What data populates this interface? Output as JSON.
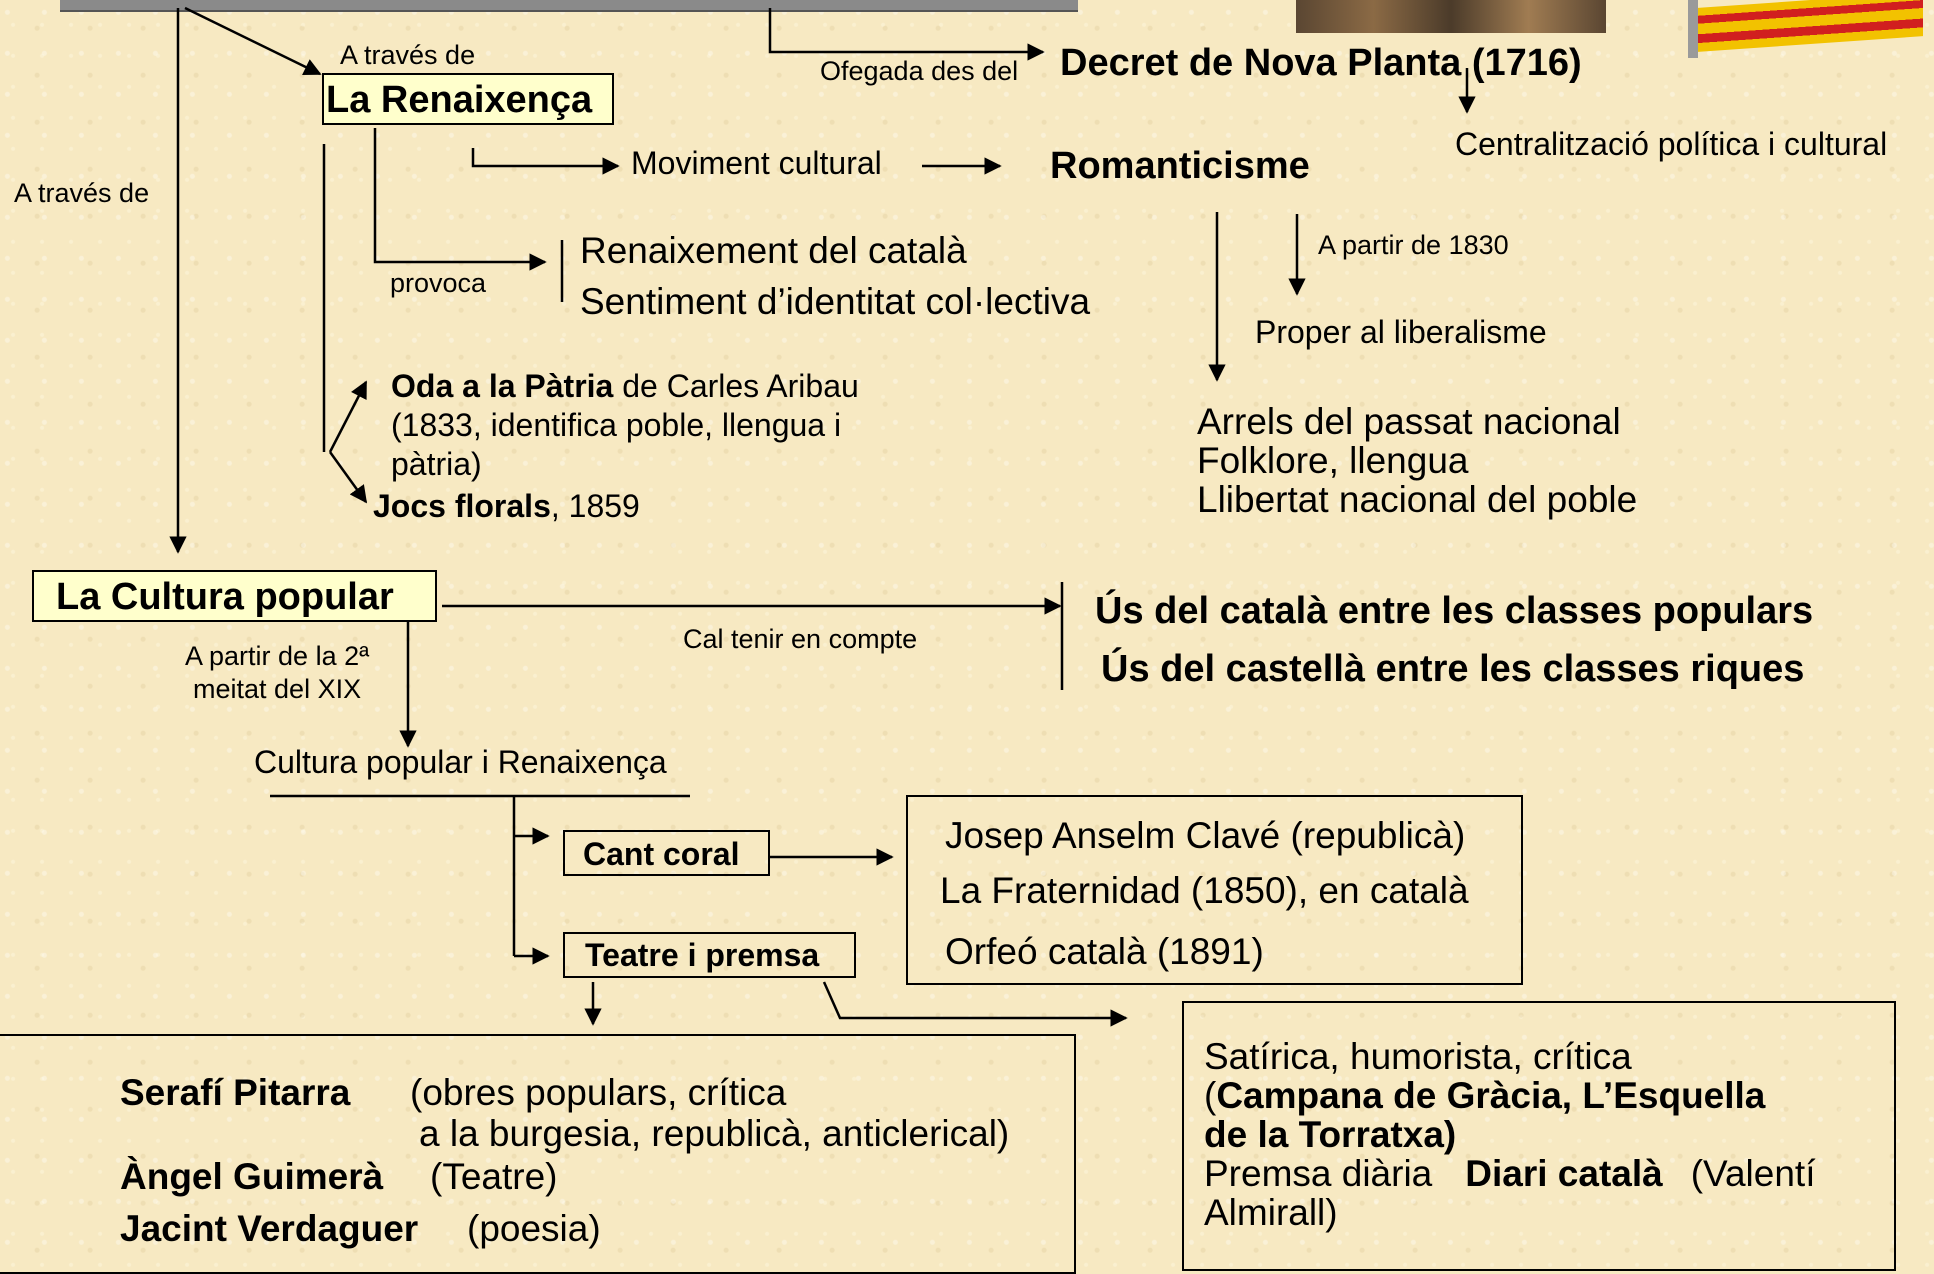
{
  "top": {
    "decret": "Decret de Nova Planta (1716)",
    "ofegada_label": "Ofegada des del",
    "centralitzacio": "Centralització política i cultural"
  },
  "renaixenca": {
    "via_label": "A través de",
    "title": "La Renaixença",
    "moviment": "Moviment cultural",
    "romanticisme": "Romanticisme",
    "provoca": "provoca",
    "effects": [
      "Renaixement del català",
      "Sentiment d’identitat col·lectiva"
    ],
    "oda_bold": "Oda a la Pàtria",
    "oda_rest": " de Carles Aribau",
    "oda_line2": "(1833, identifica poble, llengua i",
    "oda_line3": "pàtria)",
    "jocs_bold": "Jocs florals",
    "jocs_rest": ", 1859"
  },
  "romanticisme": {
    "a_partir": "A partir de 1830",
    "proper": "Proper al liberalisme",
    "arrels": [
      "Arrels del passat nacional",
      "Folklore, llengua",
      "Llibertat nacional del poble"
    ]
  },
  "cultura_popular": {
    "via_label": "A través de",
    "title": "La Cultura popular",
    "cal_tenir": "Cal tenir en compte",
    "us_catala": "Ús del català entre les classes populars",
    "us_castella": "Ús del castellà entre les classes riques",
    "a_partir_line1": "A partir de la 2ª",
    "a_partir_line2": "meitat del XIX",
    "subtitle": "Cultura popular i Renaixença",
    "cant_coral": "Cant coral",
    "teatre": "Teatre i premsa"
  },
  "clave_box": [
    "Josep Anselm Clavé (republicà)",
    "La Fraternidad (1850), en català",
    "Orfeó català (1891)"
  ],
  "teatre_box": {
    "pitarra_name": "Serafí Pitarra",
    "pitarra_desc1": "(obres populars, crítica",
    "pitarra_desc2": "a la burgesia, republicà, anticlerical)",
    "guimera_name": "Àngel Guimerà",
    "guimera_desc": "(Teatre)",
    "verdaguer_name": "Jacint Verdaguer",
    "verdaguer_desc": "(poesia)"
  },
  "premsa_box": {
    "line1": "Satírica, humorista, crítica",
    "campana_open": "(",
    "campana_bold1": "Campana de Gràcia, L’Esquella",
    "campana_bold2": "de la Torratxa)",
    "premsa_label": "Premsa diària",
    "diari_bold": "Diari català",
    "diari_rest": "(Valentí",
    "almirall": "Almirall)"
  },
  "colors": {
    "background": "#f7e9c2",
    "box_fill": "#ffffcc",
    "line": "#000000"
  }
}
